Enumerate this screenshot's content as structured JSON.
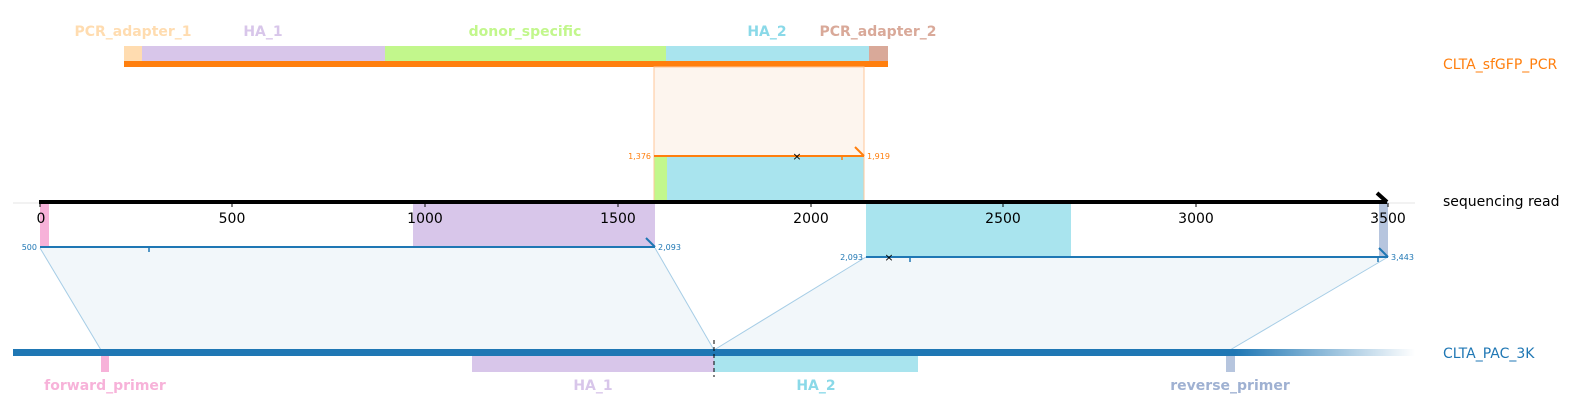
{
  "tracks": {
    "top": {
      "name": "CLTA_sfGFP_PCR",
      "color": "#ff7f0e"
    },
    "middle": {
      "name": "sequencing read",
      "color": "#000000"
    },
    "bottom": {
      "name": "CLTA_PAC_3K",
      "color": "#1f77b4"
    }
  },
  "top_features": [
    {
      "name": "PCR_adapter_1",
      "color": "#ffdcb0"
    },
    {
      "name": "HA_1",
      "color": "#d8c6ea"
    },
    {
      "name": "donor_specific",
      "color": "#c2f78c"
    },
    {
      "name": "HA_2",
      "color": "#a9e4ee"
    },
    {
      "name": "PCR_adapter_2",
      "color": "#d9a999"
    }
  ],
  "bottom_features": [
    {
      "name": "forward_primer",
      "color": "#f7b2d9"
    },
    {
      "name": "HA_1",
      "color": "#d8c6ea"
    },
    {
      "name": "HA_2",
      "color": "#a9e4ee"
    },
    {
      "name": "reverse_primer",
      "color": "#b6c5de"
    }
  ],
  "axis": {
    "ticks": [
      "0",
      "500",
      "1000",
      "1500",
      "2000",
      "2500",
      "3000",
      "3500"
    ]
  },
  "alignments": {
    "top": {
      "start": "1,376",
      "end": "1,919"
    },
    "bottom_1": {
      "start": "500",
      "end": "2,093"
    },
    "bottom_2": {
      "start": "2,093",
      "end": "3,443"
    }
  }
}
